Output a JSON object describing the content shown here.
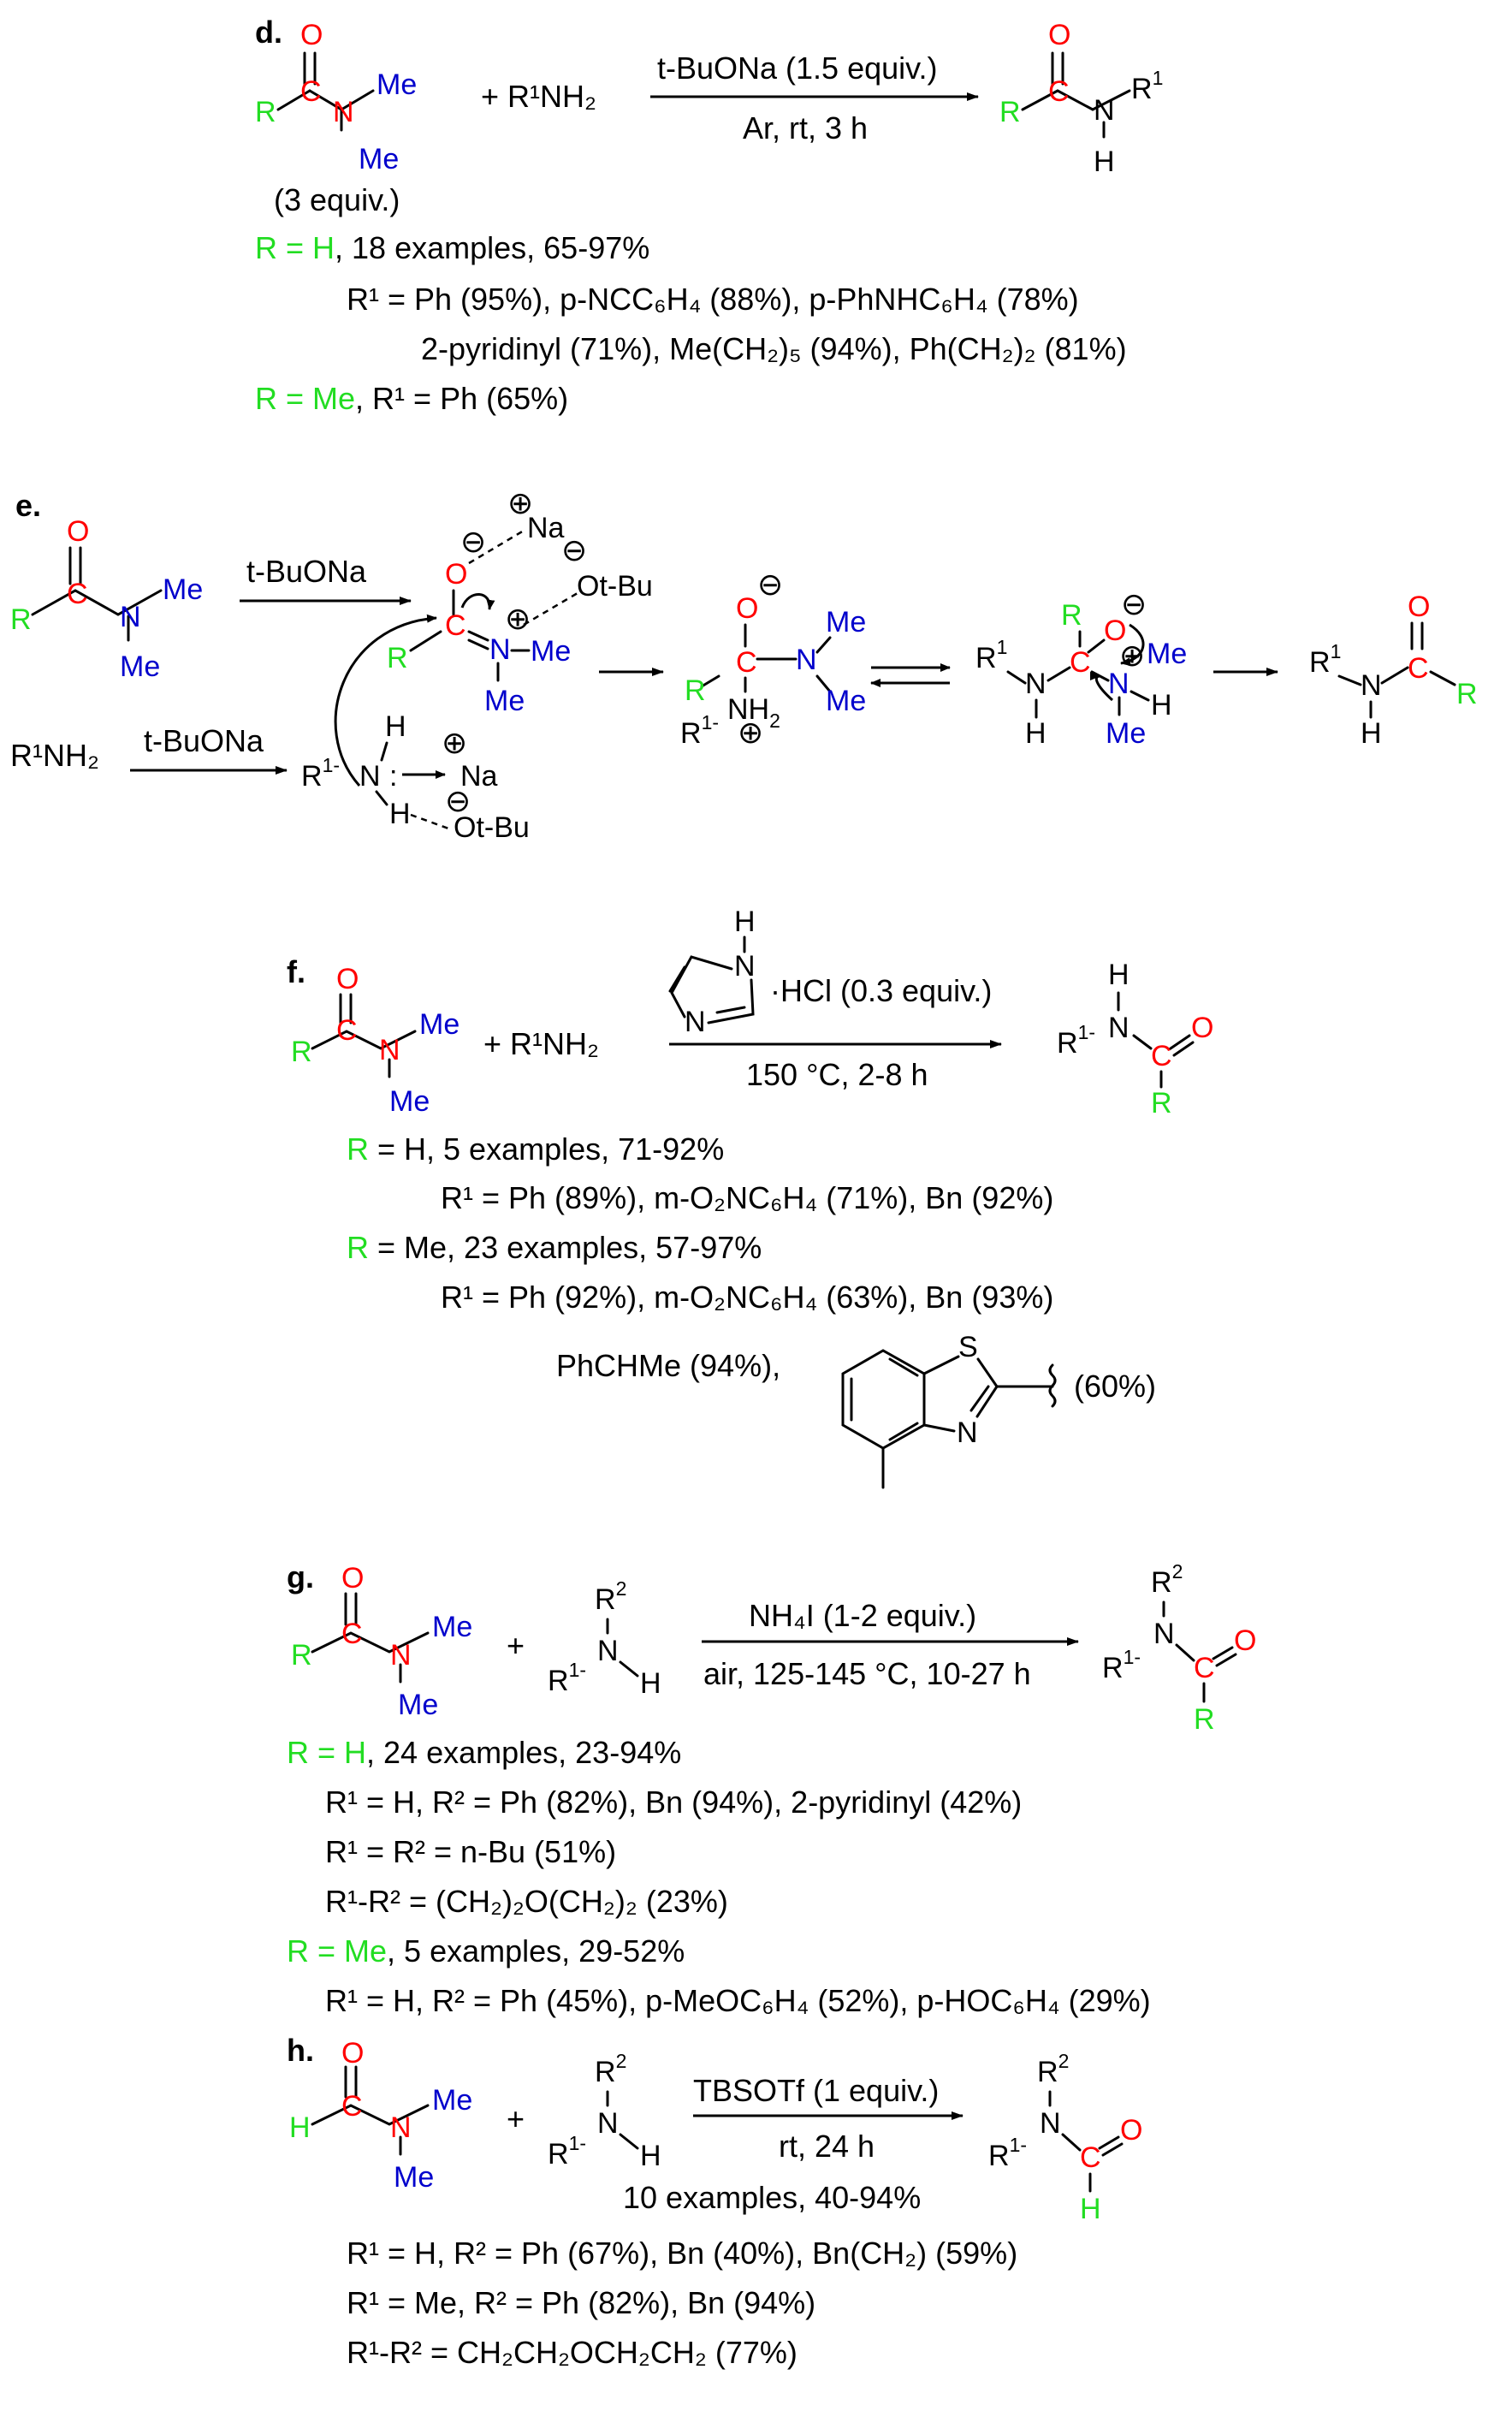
{
  "colors": {
    "substituent": "#22dd22",
    "carbonyl": "#ff0000",
    "nmethyl": "#0000cc",
    "text": "#000000"
  },
  "atoms": {
    "O": "O",
    "C": "C",
    "N": "N",
    "H": "H",
    "R": "R",
    "S": "S",
    "Me": "Me",
    "R1": "R",
    "sup1": "1",
    "sup2": "2",
    "R1dash": "R",
    "dash_sup": "1-",
    "NH2": "NH",
    "sub2": "2",
    "Na": "Na",
    "OtBu": "Ot-Bu",
    "plus": "⊕",
    "minus": "⊖"
  },
  "section_d": {
    "label": "d.",
    "equiv_note": "(3 equiv.)",
    "amine": "+ R¹NH₂",
    "reagent": "t-BuONa (1.5 equiv.)",
    "conditions": "Ar, rt, 3 h",
    "r_h": "R = H",
    "r_h_rest": ", 18 examples, 65-97%",
    "line1": "R¹ = Ph (95%), p-NCC₆H₄ (88%), p-PhNHC₆H₄ (78%)",
    "line2": "2-pyridinyl (71%), Me(CH₂)₅ (94%), Ph(CH₂)₂ (81%)",
    "r_me": "R = Me",
    "r_me_rest": ", R¹ = Ph (65%)"
  },
  "section_e": {
    "label": "e.",
    "reagent_top": "t-BuONa",
    "amine": "R¹NH₂",
    "reagent_bottom": "t-BuONa"
  },
  "section_f": {
    "label": "f.",
    "amine": "+  R¹NH₂",
    "reagent": "·HCl (0.3 equiv.)",
    "conditions": "150 °C, 2-8 h",
    "r_h": "R",
    "r_h_rest": " = H, 5 examples, 71-92%",
    "line1": "R¹ = Ph (89%), m-O₂NC₆H₄ (71%), Bn (92%)",
    "r_me": "R",
    "r_me_rest": " = Me, 23 examples, 57-97%",
    "line2": "R¹ = Ph (92%), m-O₂NC₆H₄ (63%), Bn (93%)",
    "line3": "PhCHMe (94%),",
    "benzothiazole_yield": "(60%)"
  },
  "section_g": {
    "label": "g.",
    "plus": "+",
    "reagent": "NH₄I (1-2 equiv.)",
    "conditions": "air, 125-145 °C, 10-27 h",
    "r_h": "R = H",
    "r_h_rest": ", 24 examples, 23-94%",
    "line1": "R¹ = H, R² = Ph (82%), Bn (94%), 2-pyridinyl (42%)",
    "line2": "R¹ = R² = n-Bu (51%)",
    "line3": "R¹-R² = (CH₂)₂O(CH₂)₂ (23%)",
    "r_me": "R = Me",
    "r_me_rest": ", 5 examples, 29-52%",
    "line4": "R¹ = H, R² = Ph (45%), p-MeOC₆H₄ (52%), p-HOC₆H₄ (29%)"
  },
  "section_h": {
    "label": "h.",
    "plus": "+",
    "reagent": "TBSOTf (1 equiv.)",
    "conditions": "rt, 24 h",
    "summary": "10 examples, 40-94%",
    "line1": "R¹ = H, R² = Ph (67%), Bn (40%), Bn(CH₂) (59%)",
    "line2": "R¹ = Me, R² = Ph (82%), Bn (94%)",
    "line3": "R¹-R² = CH₂CH₂OCH₂CH₂ (77%)"
  }
}
